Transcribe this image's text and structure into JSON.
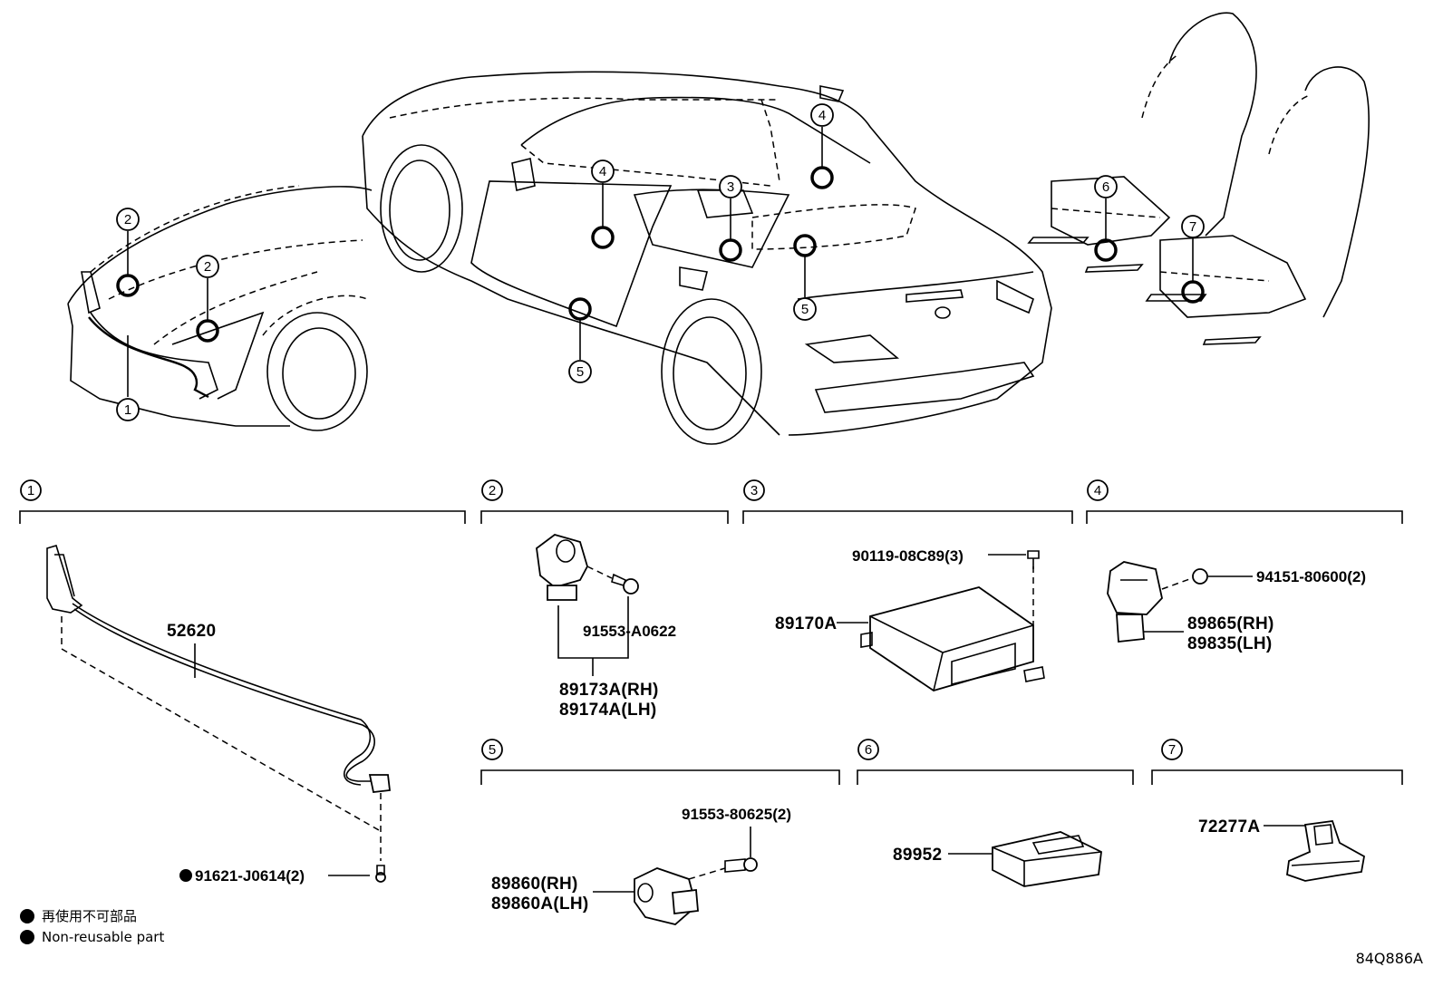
{
  "overview": {
    "callouts": [
      {
        "id": "c-front-1",
        "label": "1"
      },
      {
        "id": "c-front-2a",
        "label": "2"
      },
      {
        "id": "c-front-2b",
        "label": "2"
      },
      {
        "id": "c-car-4a",
        "label": "4"
      },
      {
        "id": "c-car-4b",
        "label": "4"
      },
      {
        "id": "c-car-3",
        "label": "3"
      },
      {
        "id": "c-car-5a",
        "label": "5"
      },
      {
        "id": "c-car-5b",
        "label": "5"
      },
      {
        "id": "c-seat-6",
        "label": "6"
      },
      {
        "id": "c-seat-7",
        "label": "7"
      }
    ]
  },
  "groups": [
    {
      "num": "1",
      "parts": [
        "52620",
        "91621-J0614(2)"
      ]
    },
    {
      "num": "2",
      "parts": [
        "91553-A0622",
        "89173A(RH)",
        "89174A(LH)"
      ]
    },
    {
      "num": "3",
      "parts": [
        "90119-08C89(3)",
        "89170A"
      ]
    },
    {
      "num": "4",
      "parts": [
        "94151-80600(2)",
        "89865(RH)",
        "89835(LH)"
      ]
    },
    {
      "num": "5",
      "parts": [
        "91553-80625(2)",
        "89860(RH)",
        "89860A(LH)"
      ]
    },
    {
      "num": "6",
      "parts": [
        "89952"
      ]
    },
    {
      "num": "7",
      "parts": [
        "72277A"
      ]
    }
  ],
  "legend": {
    "line1": "再使用不可部品",
    "line2": "Non-reusable part"
  },
  "reference_code": "84Q886A"
}
